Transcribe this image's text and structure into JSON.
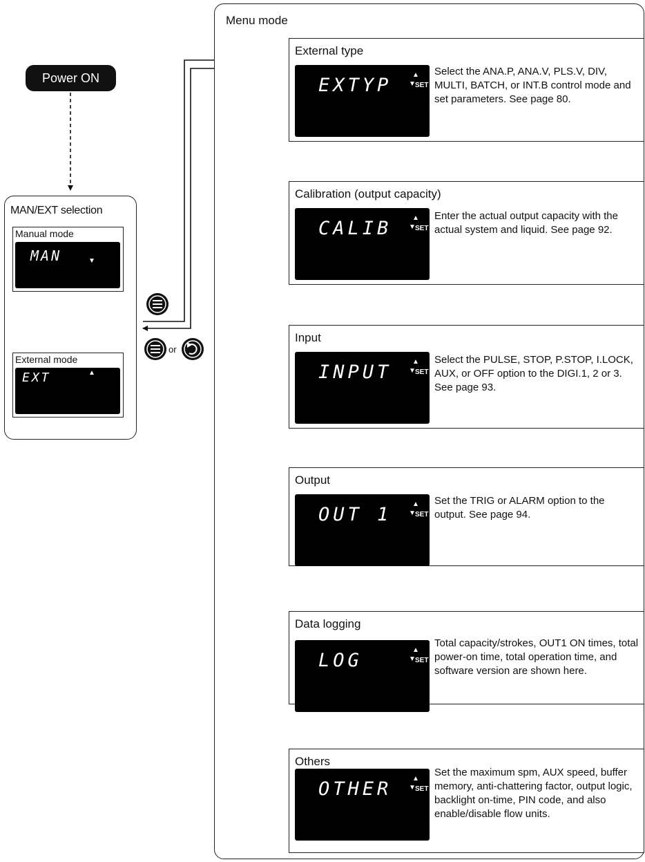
{
  "power_on": "Power ON",
  "man_ext": {
    "title": "MAN/EXT selection",
    "manual_label": "Manual mode",
    "manual_display": "MAN",
    "external_label": "External mode",
    "external_display": "EXT",
    "or_text": "or"
  },
  "menu": {
    "title": "Menu mode",
    "cards": [
      {
        "title": "External type",
        "display": "EXTYP",
        "set": "SET",
        "desc": "Select the ANA.P, ANA.V, PLS.V, DIV, MULTI, BATCH, or INT.B control mode and set parameters. See page 80."
      },
      {
        "title": "Calibration (output capacity)",
        "display": "CALIB",
        "set": "SET",
        "desc": "Enter the actual output capacity with the actual system and liquid. See page 92."
      },
      {
        "title": "Input",
        "display": "INPUT",
        "set": "SET",
        "desc": "Select the PULSE, STOP, P.STOP, I.LOCK, AUX, or OFF option to the DIGI.1, 2 or 3. See page 93."
      },
      {
        "title": "Output",
        "display": "OUT 1",
        "set": "SET",
        "desc": "Set the TRIG or ALARM option to the output. See page 94."
      },
      {
        "title": "Data logging",
        "display": "LOG",
        "set": "SET",
        "desc": "Total capacity/strokes, OUT1 ON times, total power-on time, total operation time, and software version are shown here."
      },
      {
        "title": "Others",
        "display": "OTHER",
        "set": "SET",
        "desc": "Set the maximum spm, AUX speed, buffer memory, anti-chattering factor, output logic, backlight on-time, PIN code, and also enable/disable flow units."
      }
    ]
  }
}
